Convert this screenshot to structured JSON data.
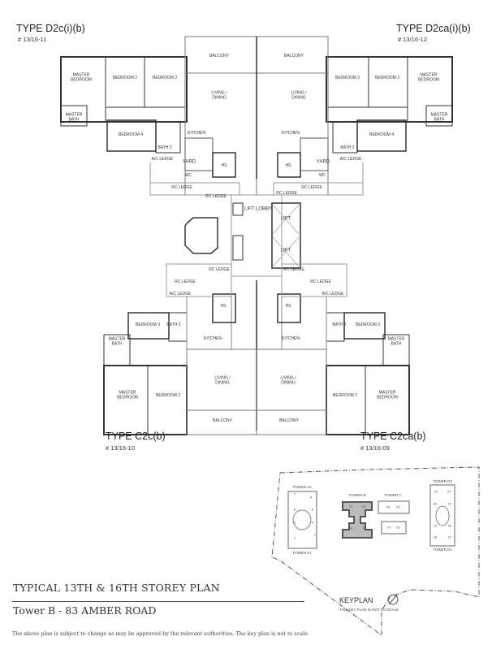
{
  "units": {
    "top_left": {
      "type": "TYPE D2c(i)(b)",
      "unit_no": "# 13/16-11"
    },
    "top_right": {
      "type": "TYPE D2ca(i)(b)",
      "unit_no": "# 13/16-12"
    },
    "bottom_left": {
      "type": "TYPE C2c(b)",
      "unit_no": "# 13/16-10"
    },
    "bottom_right": {
      "type": "TYPE C2ca(b)",
      "unit_no": "# 13/16-09"
    }
  },
  "rooms": {
    "master_bedroom": "MASTER\nBEDROOM",
    "master_bath": "MASTER\nBATH",
    "bedroom2": "BEDROOM 2",
    "bedroom3": "BEDROOM 3",
    "bedroom4": "BEDROOM 4",
    "bath2": "BATH 2",
    "balcony": "BALCONY",
    "living": "LIVING /\nDINING",
    "kitchen": "KITCHEN",
    "hs": "HS",
    "yard": "YARD",
    "wc": "WC",
    "ac_ledge": "A/C LEDGE",
    "rc_ledge": "RC LEDGE",
    "lift_lobby": "LIFT LOBBY",
    "lift": "LIFT"
  },
  "keyplan": {
    "title": "KEYPLAN",
    "note": "THIS KEY PLAN IS NOT TO SCALE",
    "towers": {
      "a2": "TOWER A2",
      "a1": "TOWER A1",
      "b": "TOWER B",
      "c": "TOWER C",
      "d2": "TOWER D2",
      "d1": "TOWER D1"
    },
    "unit_numbers": {
      "a": [
        "7",
        "8",
        "6",
        "5",
        "3",
        "4",
        "2",
        "1"
      ],
      "b": [
        "11",
        "12",
        "10",
        "9"
      ],
      "c": [
        "15",
        "16",
        "14",
        "13"
      ],
      "d": [
        "23",
        "24",
        "22",
        "21",
        "19",
        "20",
        "18",
        "17"
      ]
    },
    "highlight_color": "#555555"
  },
  "footer": {
    "title": "TYPICAL 13TH & 16TH STOREY PLAN",
    "subtitle": "Tower B - 83 AMBER ROAD",
    "disclaimer": "The above plan is subject to change as may be approved by the relevant authorities. The key plan is not to scale."
  }
}
